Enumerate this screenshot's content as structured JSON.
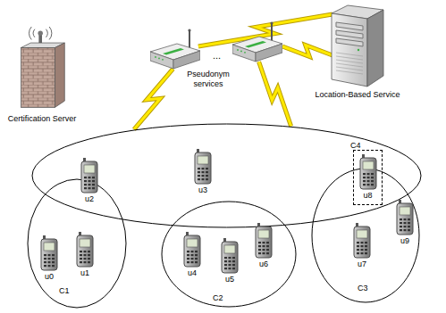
{
  "diagram": {
    "nodes": [
      {
        "text": [
          "Certification Server"
        ]
      },
      {
        "text": [
          "Pseudonym services"
        ]
      },
      {
        "text": [
          "Location-Based Service"
        ]
      },
      {
        "text": [
          "C4"
        ]
      },
      {
        "text": [
          "u3"
        ],
        "in": 3
      },
      {
        "text": [
          "C1"
        ]
      },
      {
        "text": [
          "u2"
        ],
        "in": 5
      },
      {
        "text": [
          "u0"
        ],
        "in": 5
      },
      {
        "text": [
          "u1"
        ],
        "in": 5
      },
      {
        "text": [
          "C2"
        ]
      },
      {
        "text": [
          "u4"
        ],
        "in": 9
      },
      {
        "text": [
          "u5"
        ],
        "in": 9
      },
      {
        "text": [
          "u6"
        ],
        "in": 9
      },
      {
        "text": [
          "C3"
        ]
      },
      {
        "text": [
          "u8"
        ],
        "in": 13
      },
      {
        "text": [
          "u7"
        ],
        "in": 13
      },
      {
        "text": [
          "u9"
        ],
        "in": 13
      }
    ],
    "edges": [
      {
        "from": 1,
        "to": 2,
        "arrow": "none"
      },
      {
        "from": 1,
        "to": 2,
        "arrow": "none"
      },
      {
        "from": 1,
        "to": 3,
        "arrow": "none"
      },
      {
        "from": 1,
        "to": 3,
        "arrow": "none"
      }
    ],
    "labels": [
      "..."
    ]
  }
}
